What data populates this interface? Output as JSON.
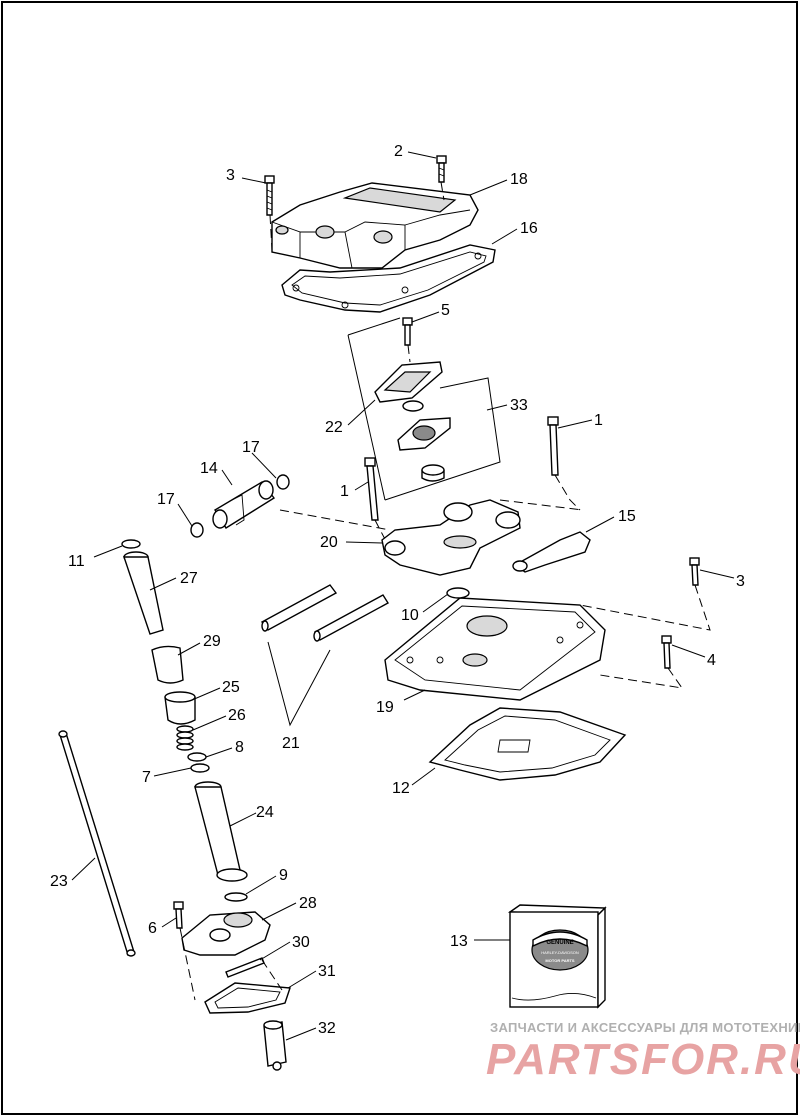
{
  "diagram": {
    "callouts": {
      "c1a": "1",
      "c1b": "1",
      "c2": "2",
      "c3a": "3",
      "c3b": "3",
      "c4": "4",
      "c5": "5",
      "c6": "6",
      "c7": "7",
      "c8": "8",
      "c9": "9",
      "c10": "10",
      "c11": "11",
      "c12": "12",
      "c13": "13",
      "c14": "14",
      "c15": "15",
      "c16": "16",
      "c17a": "17",
      "c17b": "17",
      "c18": "18",
      "c19": "19",
      "c20": "20",
      "c21": "21",
      "c22": "22",
      "c23": "23",
      "c24": "24",
      "c25": "25",
      "c26": "26",
      "c27": "27",
      "c28": "28",
      "c29": "29",
      "c30": "30",
      "c31": "31",
      "c32": "32",
      "c33": "33"
    },
    "badge": {
      "top": "GENUINE",
      "middle": "HARLEY-DAVIDSON",
      "bottom": "MOTOR PARTS"
    }
  },
  "watermark": {
    "tagline": "ЗАПЧАСТИ И АКСЕССУАРЫ ДЛЯ МОТОТЕХНИКИ",
    "brand": "PARTSFOR.RU"
  }
}
